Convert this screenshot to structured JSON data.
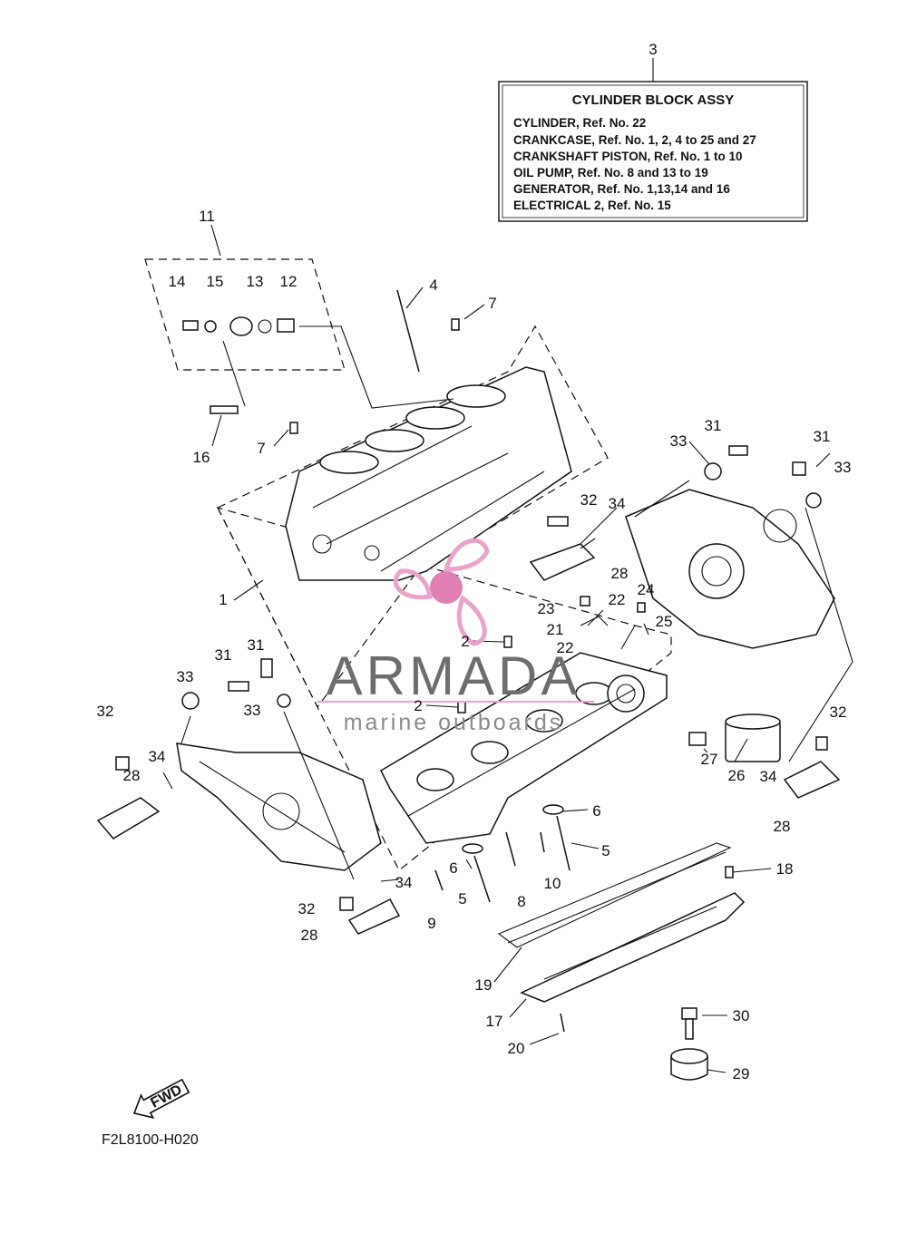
{
  "info_box": {
    "callout": "3",
    "title": "CYLINDER BLOCK ASSY",
    "lines": [
      "CYLINDER, Ref. No. 22",
      "CRANKCASE, Ref. No. 1, 2, 4 to 25 and 27",
      "CRANKSHAFT PISTON, Ref. No. 1 to 10",
      "OIL PUMP, Ref. No. 8 and 13 to 19",
      "GENERATOR, Ref. No. 1,13,14 and 16",
      "ELECTRICAL 2, Ref. No. 15"
    ]
  },
  "callouts": [
    "11",
    "14",
    "15",
    "13",
    "12",
    "4",
    "7",
    "16",
    "7",
    "1",
    "31",
    "33",
    "31",
    "33",
    "32",
    "34",
    "28",
    "23",
    "22",
    "24",
    "21",
    "25",
    "2",
    "22",
    "2",
    "33",
    "31",
    "31",
    "33",
    "32",
    "34",
    "28",
    "27",
    "26",
    "32",
    "34",
    "28",
    "6",
    "5",
    "6",
    "5",
    "9",
    "8",
    "10",
    "34",
    "32",
    "28",
    "18",
    "19",
    "17",
    "20",
    "30",
    "29"
  ],
  "fwd_label": "FWD",
  "diagram_code": "F2L8100-H020",
  "watermark": {
    "brand": "ARMADA",
    "tagline": "marine outboards",
    "colors": {
      "logo_pink": "#e9a3c9",
      "logo_dark_pink": "#d9609b",
      "text_gray": "#6d6d6d"
    }
  },
  "icons": [
    "fwd-arrow-icon",
    "propeller-logo-icon"
  ]
}
